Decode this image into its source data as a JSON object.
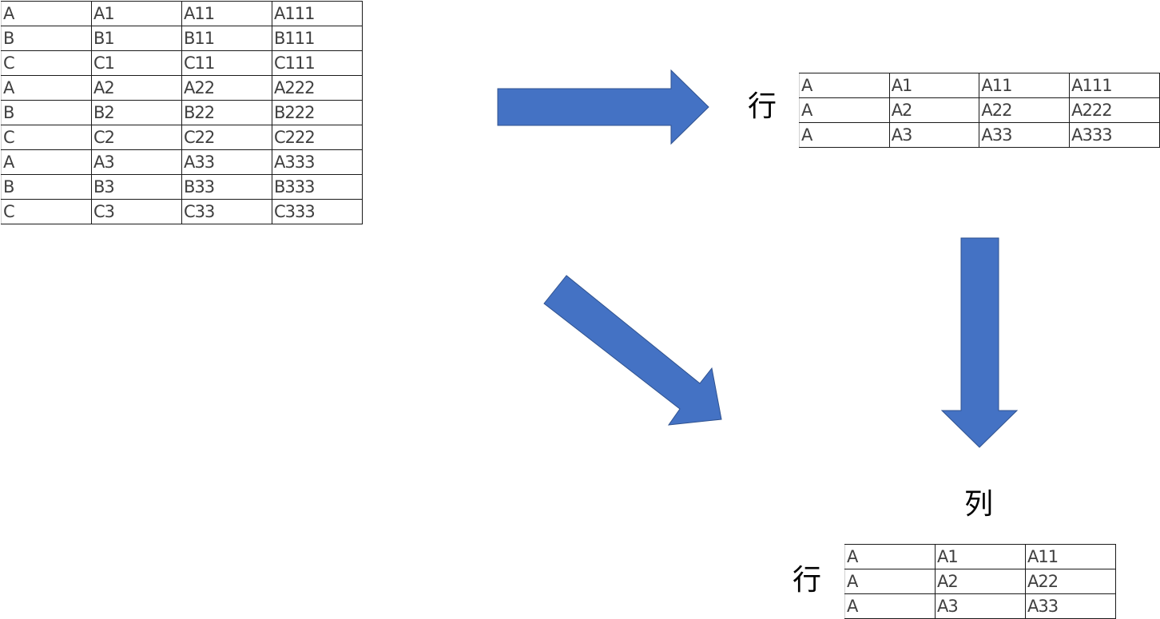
{
  "source_table": {
    "rows": [
      [
        "A",
        "A1",
        "A11",
        "A111"
      ],
      [
        "B",
        "B1",
        "B11",
        "B111"
      ],
      [
        "C",
        "C1",
        "C11",
        "C111"
      ],
      [
        "A",
        "A2",
        "A22",
        "A222"
      ],
      [
        "B",
        "B2",
        "B22",
        "B222"
      ],
      [
        "C",
        "C2",
        "C22",
        "C222"
      ],
      [
        "A",
        "A3",
        "A33",
        "A333"
      ],
      [
        "B",
        "B3",
        "B33",
        "B333"
      ],
      [
        "C",
        "C3",
        "C33",
        "C333"
      ]
    ]
  },
  "result_table_1": {
    "label": "行",
    "rows": [
      [
        "A",
        "A1",
        "A11",
        "A111"
      ],
      [
        "A",
        "A2",
        "A22",
        "A222"
      ],
      [
        "A",
        "A3",
        "A33",
        "A333"
      ]
    ]
  },
  "result_table_2": {
    "row_label": "行",
    "column_label": "列",
    "rows": [
      [
        "A",
        "A1",
        "A11"
      ],
      [
        "A",
        "A2",
        "A22"
      ],
      [
        "A",
        "A3",
        "A33"
      ]
    ]
  },
  "colors": {
    "arrow_fill": "#4472C4",
    "arrow_stroke": "#2F528F",
    "cell_text": "#404040",
    "border": "#1a1a1a"
  }
}
